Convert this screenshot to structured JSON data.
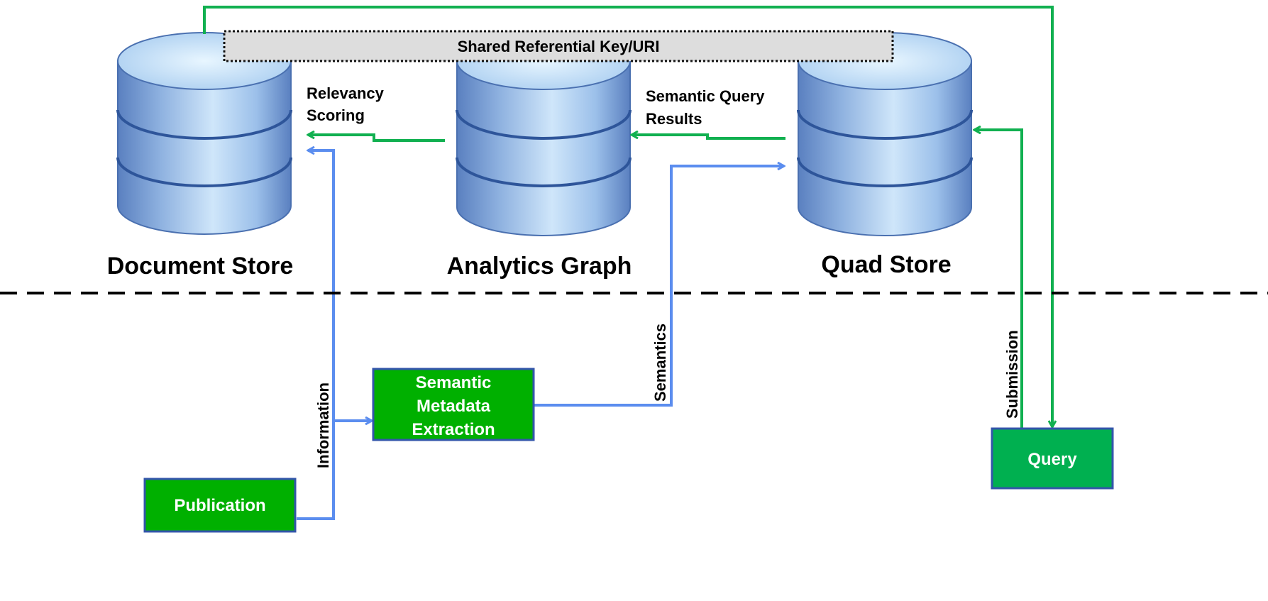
{
  "shared_key": "Shared Referential Key/URI",
  "stores": {
    "document": "Document Store",
    "analytics": "Analytics Graph",
    "quad": "Quad Store"
  },
  "edges": {
    "relevancy_line1": "Relevancy",
    "relevancy_line2": "Scoring",
    "semantic_query_line1": "Semantic Query",
    "semantic_query_line2": "Results",
    "information": "Information",
    "semantics": "Semantics",
    "submission": "Submission"
  },
  "boxes": {
    "extraction_line1": "Semantic",
    "extraction_line2": "Metadata",
    "extraction_line3": "Extraction",
    "publication": "Publication",
    "query": "Query"
  },
  "colors": {
    "green_flow": "#11b050",
    "blue_flow": "#5b8def",
    "box_fill": "#00b000",
    "box_border": "#3355aa",
    "banner_fill": "#dddddd"
  }
}
